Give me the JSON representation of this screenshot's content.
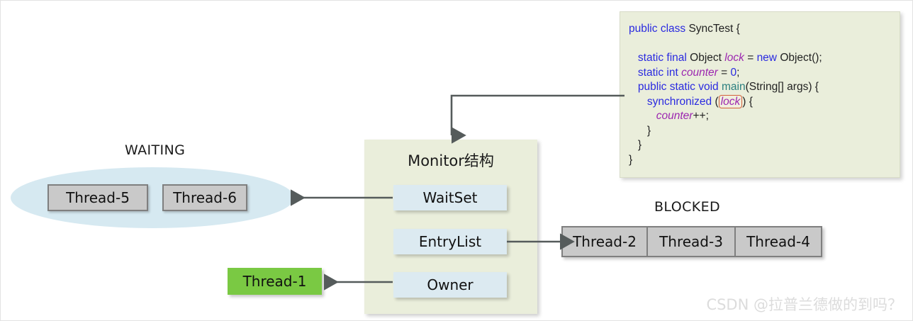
{
  "diagram": {
    "title": "Java Monitor (synchronized) thread-state diagram",
    "waiting": {
      "label": "WAITING",
      "threads": [
        "Thread-5",
        "Thread-6"
      ],
      "fill_color": "#d6e9f1"
    },
    "blocked": {
      "label": "BLOCKED",
      "threads": [
        "Thread-2",
        "Thread-3",
        "Thread-4"
      ],
      "fill_color": "#c9c9c9"
    },
    "monitor": {
      "title": "Monitor结构",
      "fill_color": "#eaeedb",
      "slots": [
        {
          "label": "WaitSet"
        },
        {
          "label": "EntryList"
        },
        {
          "label": "Owner"
        }
      ]
    },
    "owner_thread": {
      "label": "Thread-1",
      "fill_color": "#7ac943"
    }
  },
  "code": {
    "background_color": "#eaeedb",
    "keyword_color": "#2a2ae0",
    "variable_color": "#9c27b0",
    "method_color": "#2a7f7f",
    "highlight_border_color": "#d2603a",
    "lines": [
      {
        "id": "l1",
        "text": "public class SyncTest {"
      },
      {
        "id": "l2",
        "text": ""
      },
      {
        "id": "l3",
        "text": "    static final Object lock = new Object();"
      },
      {
        "id": "l4",
        "text": "    static int counter = 0;"
      },
      {
        "id": "l5",
        "text": "    public static void main(String[] args) {"
      },
      {
        "id": "l6",
        "text": "        synchronized (lock) {"
      },
      {
        "id": "l7",
        "text": "            counter++;"
      },
      {
        "id": "l8",
        "text": "        }"
      },
      {
        "id": "l9",
        "text": "    }"
      },
      {
        "id": "l10",
        "text": "}"
      }
    ],
    "tokens": {
      "public": "public",
      "class": "class",
      "classname": "SyncTest",
      "brace_open": "{",
      "brace_close": "}",
      "static": "static",
      "final": "final",
      "object": "Object",
      "lock": "lock",
      "equals": "=",
      "new": "new",
      "object_ctor": "Object();",
      "int": "int",
      "counter": "counter",
      "zero": "0",
      "semicolon": ";",
      "void": "void",
      "main": "main",
      "main_params": "(String[] args) {",
      "synchronized": "synchronized",
      "paren_open": "(",
      "paren_close": ")",
      "counter_inc": "++;"
    }
  },
  "watermark": {
    "text": "CSDN @拉普兰德做的到吗？"
  }
}
